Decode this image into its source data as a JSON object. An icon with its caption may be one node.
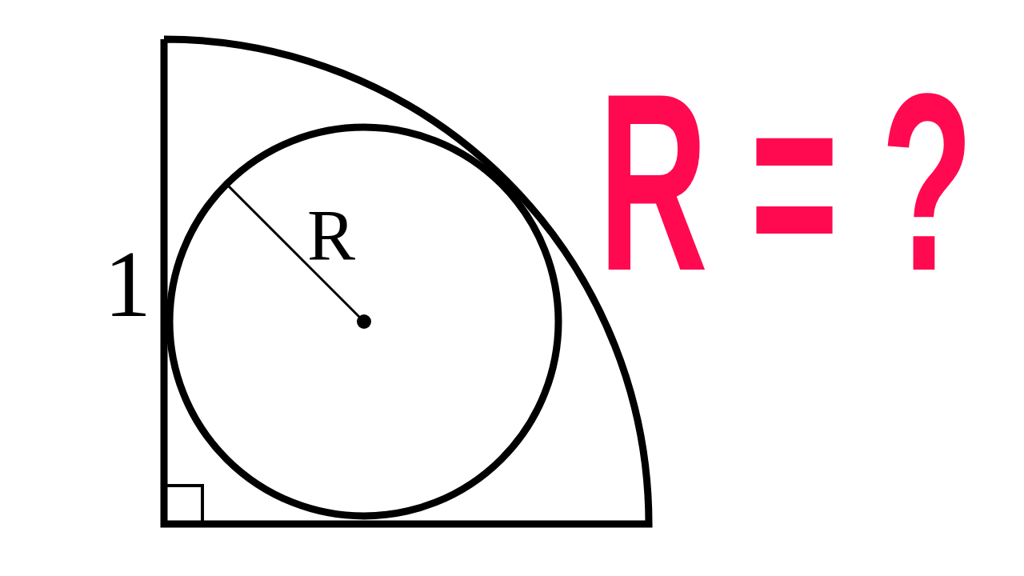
{
  "diagram": {
    "title": "R = ?",
    "labels": [
      "1",
      "R"
    ]
  }
}
